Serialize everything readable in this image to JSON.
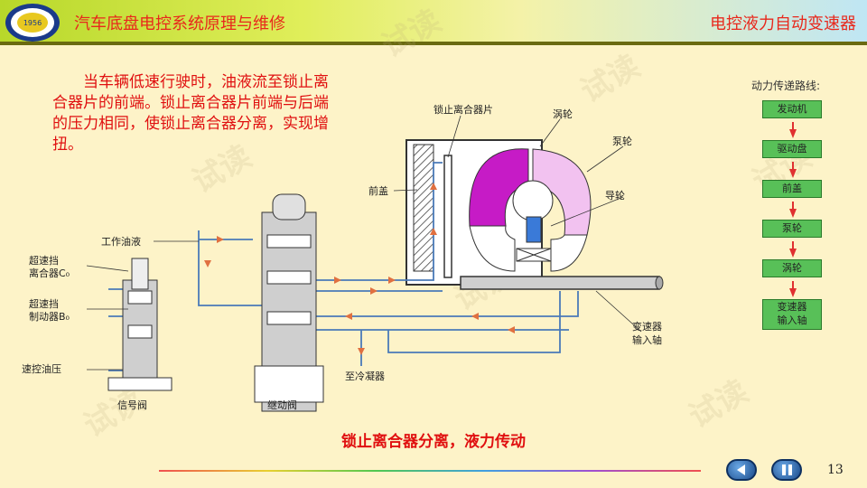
{
  "header": {
    "title": "汽车底盘电控系统原理与维修",
    "section": "电控液力自动变速器",
    "logo_year": "1956"
  },
  "description": "当车辆低速行驶时，油液流至锁止离合器片的前端。锁止离合器片前端与后端的压力相同，使锁止离合器分离，实现增扭。",
  "diagram": {
    "labels": {
      "lockup_plate": "锁止离合器片",
      "turbine": "涡轮",
      "pump": "泵轮",
      "front_cover": "前盖",
      "stator": "导轮",
      "working_oil": "工作油液",
      "overdrive_clutch_1": "超速挡",
      "overdrive_clutch_2": "离合器C₀",
      "overdrive_brake_1": "超速挡",
      "overdrive_brake_2": "制动器B₀",
      "speed_oil": "速控油压",
      "signal_valve": "信号阀",
      "relay_valve": "继动阀",
      "to_cooler": "至冷凝器",
      "input_shaft_1": "变速器",
      "input_shaft_2": "输入轴"
    }
  },
  "flow": {
    "title": "动力传递路线:",
    "steps": [
      "发动机",
      "驱动盘",
      "前盖",
      "泵轮",
      "涡轮"
    ],
    "last_step_1": "变速器",
    "last_step_2": "输入轴"
  },
  "caption": "锁止离合器分离，液力传动",
  "footer": {
    "page": "13"
  },
  "watermark": "试读",
  "colors": {
    "accent": "#e01010",
    "turbine": "#c61bc6",
    "pump": "#f2c2f0",
    "arrow": "#e07040"
  }
}
